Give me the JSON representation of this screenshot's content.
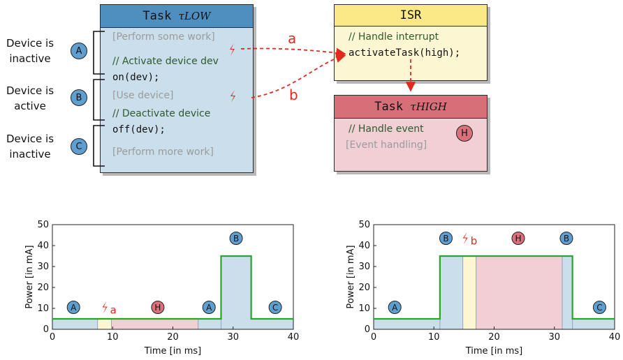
{
  "task_low": {
    "title": "Task",
    "subscript": "τLOW",
    "lines": {
      "perform_work": "[Perform some work]",
      "activate_comment": "// Activate device dev",
      "on_call": "on(dev);",
      "use_device": "[Use device]",
      "deactivate_comment": "// Deactivate device",
      "off_call": "off(dev);",
      "perform_more": "[Perform more work]"
    }
  },
  "isr": {
    "title": "ISR",
    "comment": "// Handle interrupt",
    "call": "activateTask(high);"
  },
  "task_high": {
    "title": "Task",
    "subscript": "τHIGH",
    "comment": "// Handle event",
    "handling": "[Event handling]",
    "marker": "H"
  },
  "side_labels": {
    "a_text": "Device is inactive",
    "b_text": "Device is active",
    "c_text": "Device is inactive",
    "a_marker": "A",
    "b_marker": "B",
    "c_marker": "C"
  },
  "arrows": {
    "a": "a",
    "b": "b"
  },
  "colors": {
    "task_low_body": "#cadeeb",
    "task_low_head": "#4f8fbf",
    "isr_body": "#fdf6d2",
    "isr_head": "#fbe887",
    "task_high_body": "#f1cfd5",
    "task_high_head": "#d76f79",
    "power_line": "#2aa52a",
    "interrupt": "#e02a20"
  },
  "chart_data": [
    {
      "type": "line",
      "xlabel": "Time [in ms]",
      "ylabel": "Power [in mA]",
      "xlim": [
        0,
        40
      ],
      "ylim": [
        0,
        50
      ],
      "xticks": [
        0,
        10,
        20,
        30,
        40
      ],
      "yticks": [
        0,
        10,
        20,
        30,
        40,
        50
      ],
      "series": [
        {
          "x": [
            0,
            28,
            28,
            33,
            33,
            40
          ],
          "y": [
            5,
            5,
            35,
            35,
            5,
            5
          ]
        }
      ],
      "regions": [
        {
          "from": 0,
          "to": 7.5,
          "level": 5,
          "kind": "task_low"
        },
        {
          "from": 7.5,
          "to": 9.8,
          "level": 5,
          "kind": "isr"
        },
        {
          "from": 9.8,
          "to": 24.2,
          "level": 5,
          "kind": "task_high"
        },
        {
          "from": 24.2,
          "to": 40,
          "level": 5,
          "kind": "task_low"
        },
        {
          "from": 28,
          "to": 33,
          "level": 35,
          "kind": "task_low"
        }
      ],
      "markers": [
        {
          "label": "A",
          "x": 3.5,
          "y": 10.5,
          "kind": "task_low"
        },
        {
          "label": "ℊa",
          "x": 9,
          "y": 10.5,
          "kind": "interrupt"
        },
        {
          "label": "H",
          "x": 17.5,
          "y": 10.5,
          "kind": "task_high"
        },
        {
          "label": "A",
          "x": 26,
          "y": 10.5,
          "kind": "task_low"
        },
        {
          "label": "B",
          "x": 30.5,
          "y": 43.5,
          "kind": "task_low"
        },
        {
          "label": "C",
          "x": 37,
          "y": 10.5,
          "kind": "task_low"
        }
      ],
      "interrupt_letter": "a"
    },
    {
      "type": "line",
      "xlabel": "Time [in ms]",
      "ylabel": "Power [in mA]",
      "xlim": [
        0,
        40
      ],
      "ylim": [
        0,
        50
      ],
      "xticks": [
        0,
        10,
        20,
        30,
        40
      ],
      "yticks": [
        0,
        10,
        20,
        30,
        40,
        50
      ],
      "series": [
        {
          "x": [
            0,
            11,
            11,
            33,
            33,
            40
          ],
          "y": [
            5,
            5,
            35,
            35,
            5,
            5
          ]
        }
      ],
      "regions": [
        {
          "from": 0,
          "to": 11,
          "level": 5,
          "kind": "task_low"
        },
        {
          "from": 11,
          "to": 14.8,
          "level": 35,
          "kind": "task_low"
        },
        {
          "from": 14.8,
          "to": 17,
          "level": 35,
          "kind": "isr"
        },
        {
          "from": 17,
          "to": 31.3,
          "level": 35,
          "kind": "task_high"
        },
        {
          "from": 31.3,
          "to": 33,
          "level": 35,
          "kind": "task_low"
        },
        {
          "from": 33,
          "to": 40,
          "level": 5,
          "kind": "task_low"
        }
      ],
      "markers": [
        {
          "label": "A",
          "x": 3.5,
          "y": 10.5,
          "kind": "task_low"
        },
        {
          "label": "B",
          "x": 12,
          "y": 43.5,
          "kind": "task_low"
        },
        {
          "label": "ℊb",
          "x": 15.5,
          "y": 43.5,
          "kind": "interrupt"
        },
        {
          "label": "H",
          "x": 24,
          "y": 43.5,
          "kind": "task_high"
        },
        {
          "label": "B",
          "x": 32,
          "y": 43.5,
          "kind": "task_low"
        },
        {
          "label": "C",
          "x": 37.5,
          "y": 10.5,
          "kind": "task_low"
        }
      ],
      "interrupt_letter": "b"
    }
  ]
}
